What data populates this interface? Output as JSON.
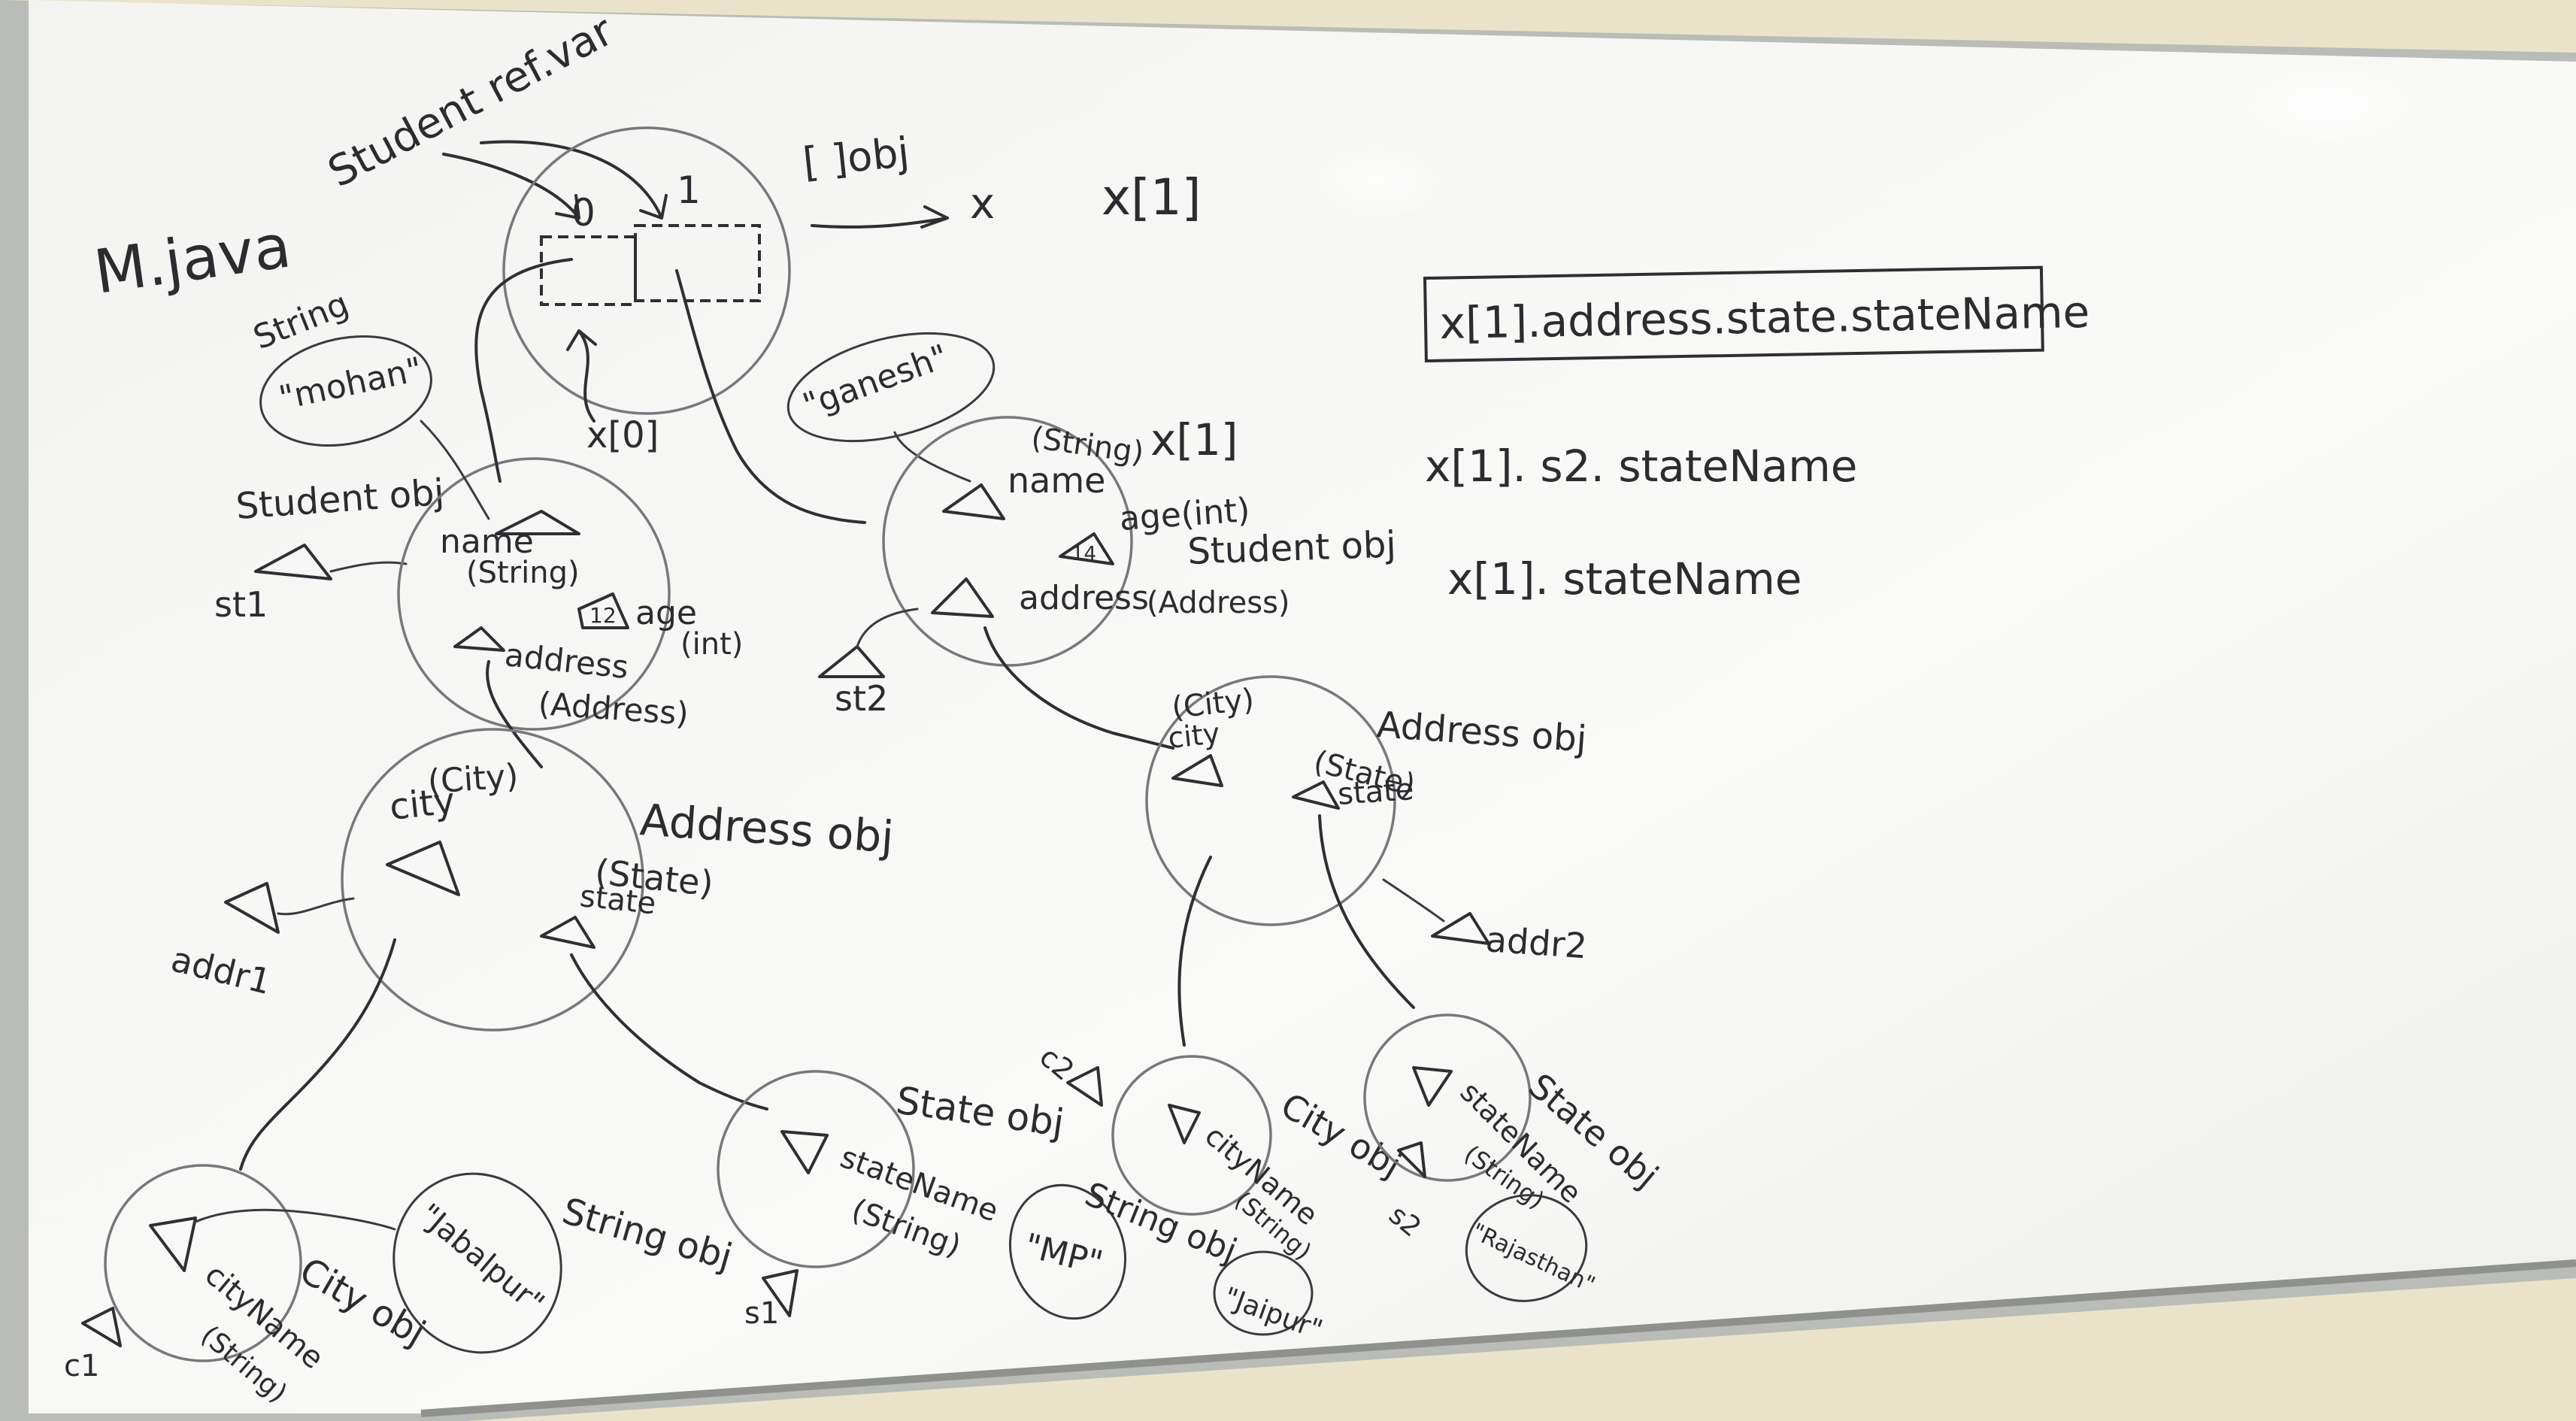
{
  "board": {
    "colors": {
      "board_surface": "#f7f8f6",
      "frame": "#b9bcb8",
      "wall": "#e9e4c9",
      "marker": "#2e2e34"
    }
  },
  "notes": {
    "file_name": "M.java",
    "ref_var_label": "Student ref.var",
    "array_label": "[ ]obj",
    "array_index_0": "0",
    "array_index_1": "1",
    "array_var": "x",
    "x0_label": "x[0]",
    "x1_label": "x[1]",
    "expression_boxed": "x[1].address.state.stateName",
    "expression_2": "x[1]. s2. stateName",
    "expression_3": "x[1]. stateName"
  },
  "left_branch": {
    "string_type": "String",
    "string_value": "\"mohan\"",
    "student_obj": "Student obj",
    "st1": "st1",
    "field_name": "name",
    "field_name_type": "(String)",
    "field_age": "age",
    "field_age_type": "(int)",
    "field_age_value": "12",
    "field_address": "address",
    "field_address_type": "(Address)",
    "address_obj": "Address obj",
    "city_type": "(City)",
    "city": "city",
    "state_type": "(State)",
    "state": "state",
    "addr1": "addr1",
    "city_obj": "City obj",
    "city_name": "cityName",
    "city_name_type": "(String)",
    "city_string_value": "\"Jabalpur\"",
    "string_obj_1": "String obj",
    "state_obj": "State obj",
    "state_name": "stateName",
    "state_name_type": "(String)",
    "state_string_value": "\"MP\"",
    "string_obj_2": "String obj",
    "s1": "s1",
    "c1": "c1"
  },
  "right_branch": {
    "string_value": "\"ganesh\"",
    "field_name": "name",
    "field_name_type": "(String)",
    "x1_ref": "x[1]",
    "field_age": "age(int)",
    "field_age_value": "14",
    "student_obj": "Student obj",
    "field_address": "address",
    "field_address_type": "(Address)",
    "st2": "st2",
    "address_obj": "Address obj",
    "city_type": "(City)",
    "city": "city",
    "state_type": "(State)",
    "state": "state",
    "addr2": "addr2",
    "c2": "c2",
    "city_obj": "City obj",
    "city_name": "cityName",
    "city_name_type": "(String)",
    "city_string_value": "\"Jaipur\"",
    "state_obj": "State obj",
    "state_name": "stateName",
    "state_name_type": "(String)",
    "state_string_value": "\"Rajasthan\"",
    "s2": "s2"
  }
}
